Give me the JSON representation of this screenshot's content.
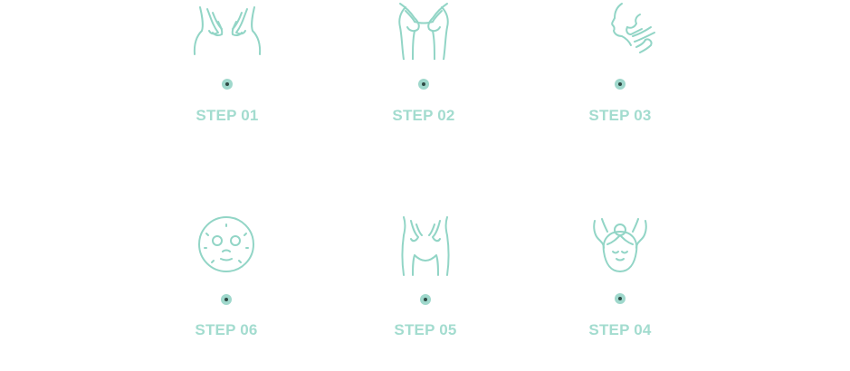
{
  "accent_color": "#a3dccf",
  "steps": [
    {
      "label": "STEP 01",
      "icon": "back-massage-icon"
    },
    {
      "label": "STEP 02",
      "icon": "shoulder-massage-icon"
    },
    {
      "label": "STEP 03",
      "icon": "neck-massage-icon"
    },
    {
      "label": "STEP 04",
      "icon": "head-massage-icon"
    },
    {
      "label": "STEP 05",
      "icon": "lower-back-massage-icon"
    },
    {
      "label": "STEP 06",
      "icon": "face-mask-icon"
    }
  ]
}
